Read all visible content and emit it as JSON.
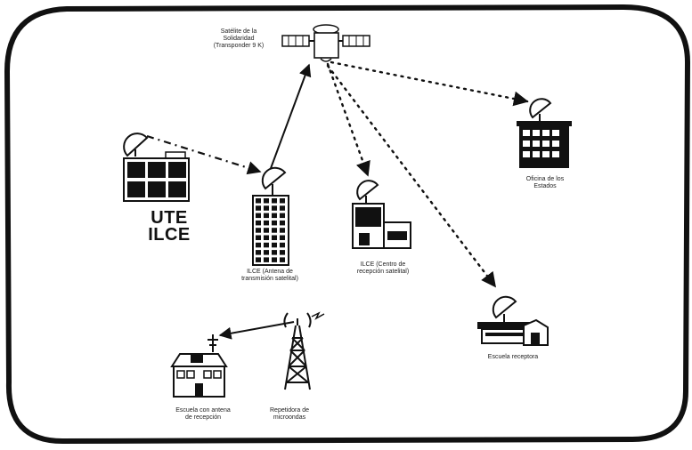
{
  "diagram": {
    "nodes": {
      "satellite": {
        "label_line1": "Satélite de la",
        "label_line2": "Solidaridad",
        "label_line3": "(Transponder 9 K)",
        "icon": "satellite-icon"
      },
      "ute_ilce": {
        "line1": "UTE",
        "line2": "ILCE",
        "icon": "building-with-dish-icon"
      },
      "uplink_tower": {
        "label_line1": "ILCE (Antena de",
        "label_line2": "transmisión satelital)",
        "icon": "tall-building-with-dish-icon"
      },
      "production_center": {
        "label_line1": "ILCE (Centro de",
        "label_line2": "recepción satelital)",
        "icon": "building-with-dish-icon"
      },
      "state_office": {
        "label_line1": "Oficina de los",
        "label_line2": "Estados",
        "icon": "office-building-with-dish-icon"
      },
      "receiving_school": {
        "label_line1": "Escuela receptora",
        "icon": "house-with-dish-icon"
      },
      "school": {
        "label_line1": "Escuela con antena",
        "label_line2": "de recepción",
        "icon": "school-building-icon"
      },
      "relay_tower": {
        "label_line1": "Repetidora de",
        "label_line2": "microondas",
        "icon": "transmission-tower-icon"
      }
    },
    "links": [
      {
        "from": "ute_ilce",
        "to": "uplink_tower",
        "style": "dashed-dotted"
      },
      {
        "from": "uplink_tower",
        "to": "satellite",
        "style": "solid"
      },
      {
        "from": "satellite",
        "to": "production_center",
        "style": "dotted"
      },
      {
        "from": "satellite",
        "to": "state_office",
        "style": "dotted"
      },
      {
        "from": "satellite",
        "to": "receiving_school",
        "style": "dotted"
      },
      {
        "from": "relay_tower",
        "to": "school",
        "style": "solid"
      }
    ]
  }
}
